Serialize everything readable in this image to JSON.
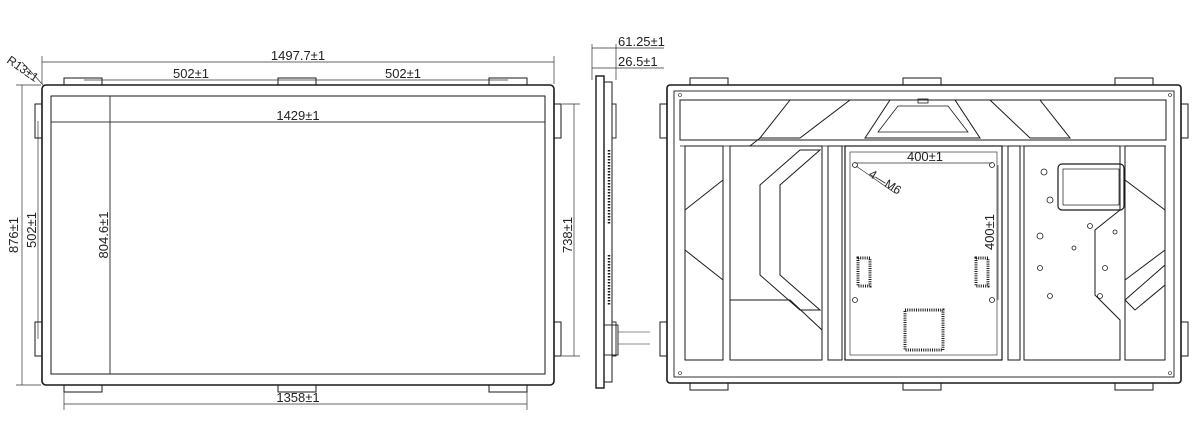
{
  "front_view": {
    "radius_label": "R13±1",
    "overall_width": "1497.7±1",
    "bracket_spacing_left": "502±1",
    "bracket_spacing_right": "502±1",
    "active_width": "1429±1",
    "overall_height": "876±1",
    "bracket_spacing_vertical": "502±1",
    "active_height": "804.6±1",
    "side_bracket_height": "738±1",
    "bottom_bracket_span": "1358±1"
  },
  "side_view": {
    "total_depth": "61.25±1",
    "frame_depth": "26.5±1"
  },
  "rear_view": {
    "vesa_width": "400±1",
    "vesa_height": "400±1",
    "vesa_screws": "4—M6"
  },
  "colors": {
    "line": "#1a1a1a",
    "thin_line": "#333333",
    "background": "#ffffff"
  }
}
